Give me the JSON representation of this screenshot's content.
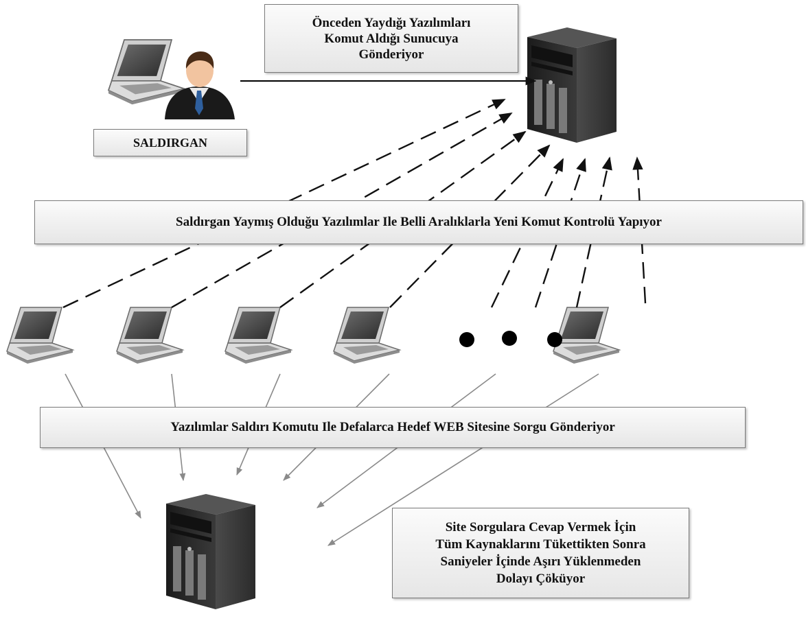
{
  "labels": {
    "top_note": "Önceden Yaydığı Yazılımları\nKomut Aldığı Sunucuya\nGönderiyor",
    "attacker": "SALDIRGAN",
    "middle_note": "Saldırgan Yaymış Olduğu Yazılımlar Ile Belli Aralıklarla Yeni Komut Kontrolü Yapıyor",
    "lower_note": "Yazılımlar Saldırı Komutu Ile Defalarca Hedef WEB Sitesine Sorgu Gönderiyor",
    "site_note": "Site Sorgulara Cevap Vermek İçin\nTüm Kaynaklarını Tükettikten Sonra\nSaniyeler İçinde Aşırı Yüklenmeden\nDolayı Çöküyor"
  },
  "icons": {
    "attacker": "attacker-person-icon",
    "attacker_laptop": "laptop-icon",
    "command_server": "server-tower-icon",
    "target_server": "server-tower-icon",
    "bot": "laptop-icon",
    "ellipsis": "ellipsis-dots"
  },
  "colors": {
    "box_border": "#7a7a7a",
    "arrow_solid": "#000000",
    "arrow_dashed": "#111111",
    "arrow_thin": "#8a8a8a",
    "server_body": "#2a2a2a"
  }
}
